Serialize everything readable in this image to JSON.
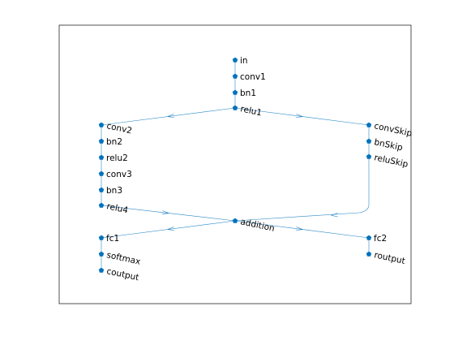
{
  "graph": {
    "nodes": [
      {
        "id": "in",
        "label": "in"
      },
      {
        "id": "conv1",
        "label": "conv1"
      },
      {
        "id": "bn1",
        "label": "bn1"
      },
      {
        "id": "relu1",
        "label": "relu1"
      },
      {
        "id": "conv2",
        "label": "conv2"
      },
      {
        "id": "bn2",
        "label": "bn2"
      },
      {
        "id": "relu2",
        "label": "relu2"
      },
      {
        "id": "conv3",
        "label": "conv3"
      },
      {
        "id": "bn3",
        "label": "bn3"
      },
      {
        "id": "relu4",
        "label": "relu4"
      },
      {
        "id": "convSkip",
        "label": "convSkip"
      },
      {
        "id": "bnSkip",
        "label": "bnSkip"
      },
      {
        "id": "reluSkip",
        "label": "reluSkip"
      },
      {
        "id": "addition",
        "label": "addition"
      },
      {
        "id": "fc1",
        "label": "fc1"
      },
      {
        "id": "softmax",
        "label": "softmax"
      },
      {
        "id": "coutput",
        "label": "coutput"
      },
      {
        "id": "fc2",
        "label": "fc2"
      },
      {
        "id": "routput",
        "label": "routput"
      }
    ],
    "edges": [
      [
        "in",
        "conv1"
      ],
      [
        "conv1",
        "bn1"
      ],
      [
        "bn1",
        "relu1"
      ],
      [
        "relu1",
        "conv2"
      ],
      [
        "relu1",
        "convSkip"
      ],
      [
        "conv2",
        "bn2"
      ],
      [
        "bn2",
        "relu2"
      ],
      [
        "relu2",
        "conv3"
      ],
      [
        "conv3",
        "bn3"
      ],
      [
        "bn3",
        "relu4"
      ],
      [
        "convSkip",
        "bnSkip"
      ],
      [
        "bnSkip",
        "reluSkip"
      ],
      [
        "relu4",
        "addition"
      ],
      [
        "reluSkip",
        "addition"
      ],
      [
        "addition",
        "fc1"
      ],
      [
        "addition",
        "fc2"
      ],
      [
        "fc1",
        "softmax"
      ],
      [
        "softmax",
        "coutput"
      ],
      [
        "fc2",
        "routput"
      ]
    ],
    "colors": {
      "node": "#0072bd",
      "edge": "#0072bd",
      "text": "#000000",
      "frame": "#262626"
    }
  }
}
